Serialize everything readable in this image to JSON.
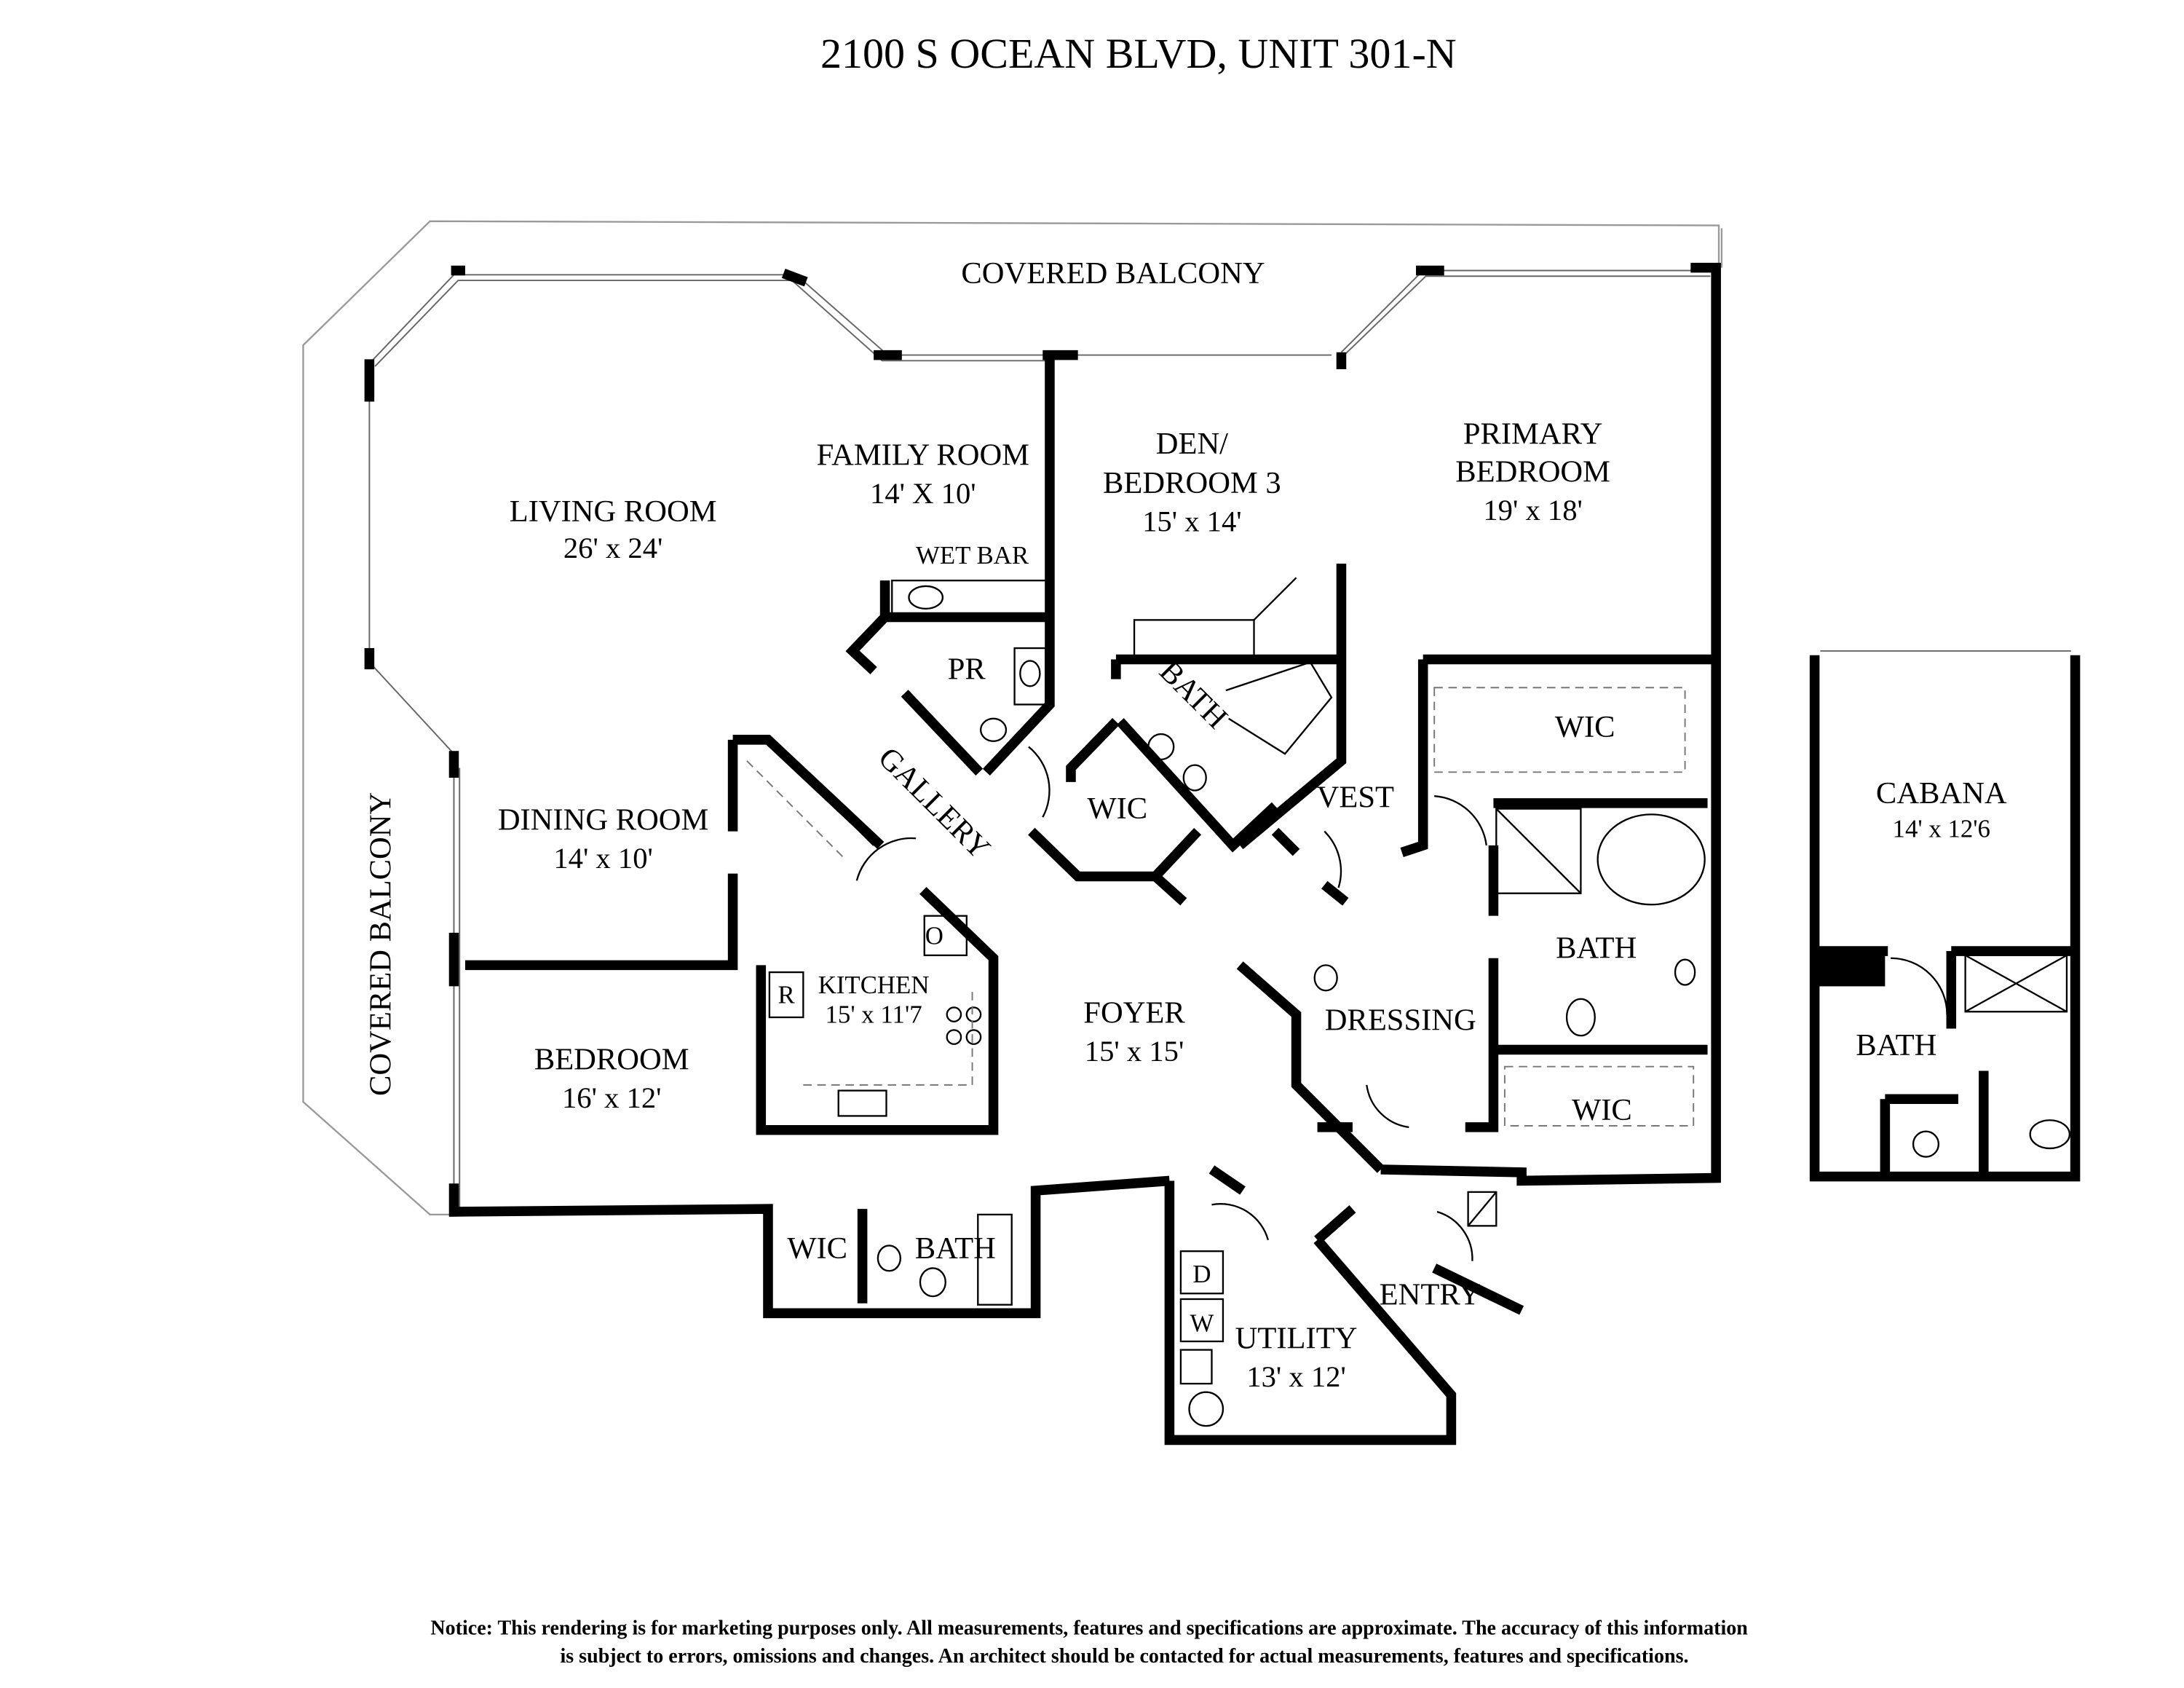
{
  "title": "2100 S OCEAN BLVD, UNIT 301-N",
  "rooms": {
    "covered_balcony_top": "COVERED BALCONY",
    "covered_balcony_left": "COVERED BALCONY",
    "living_room": {
      "name": "LIVING ROOM",
      "dims": "26' x 24'"
    },
    "family_room": {
      "name": "FAMILY ROOM",
      "dims": "14' X 10'"
    },
    "wet_bar": "WET BAR",
    "pr": "PR",
    "den": {
      "name_line1": "DEN/",
      "name_line2": "BEDROOM 3",
      "dims": "15' x 14'"
    },
    "primary_bedroom": {
      "name_line1": "PRIMARY",
      "name_line2": "BEDROOM",
      "dims": "19' x 18'"
    },
    "den_bath": "BATH",
    "den_wic": "WIC",
    "gallery": "GALLERY",
    "vest": "VEST",
    "primary_wic_top": "WIC",
    "primary_bath": "BATH",
    "dressing": "DRESSING",
    "primary_wic_bottom": "WIC",
    "dining_room": {
      "name": "DINING ROOM",
      "dims": "14' x 10'"
    },
    "kitchen": {
      "name": "KITCHEN",
      "dims": "15' x 11'7",
      "fridge": "R",
      "oven": "O"
    },
    "foyer": {
      "name": "FOYER",
      "dims": "15' x 15'"
    },
    "bedroom": {
      "name": "BEDROOM",
      "dims": "16' x 12'"
    },
    "bedroom_wic": "WIC",
    "bedroom_bath": "BATH",
    "utility": {
      "name": "UTILITY",
      "dims": "13' x 12'",
      "dryer": "D",
      "washer": "W"
    },
    "entry": "ENTRY",
    "cabana": {
      "name": "CABANA",
      "dims": "14' x 12'6"
    },
    "cabana_bath": "BATH"
  },
  "notice": {
    "line1": "Notice: This rendering is for marketing purposes only. All measurements, features and specifications are approximate. The accuracy of this information",
    "line2": "is subject to errors, omissions and changes. An architect should be contacted for actual measurements, features and specifications."
  }
}
